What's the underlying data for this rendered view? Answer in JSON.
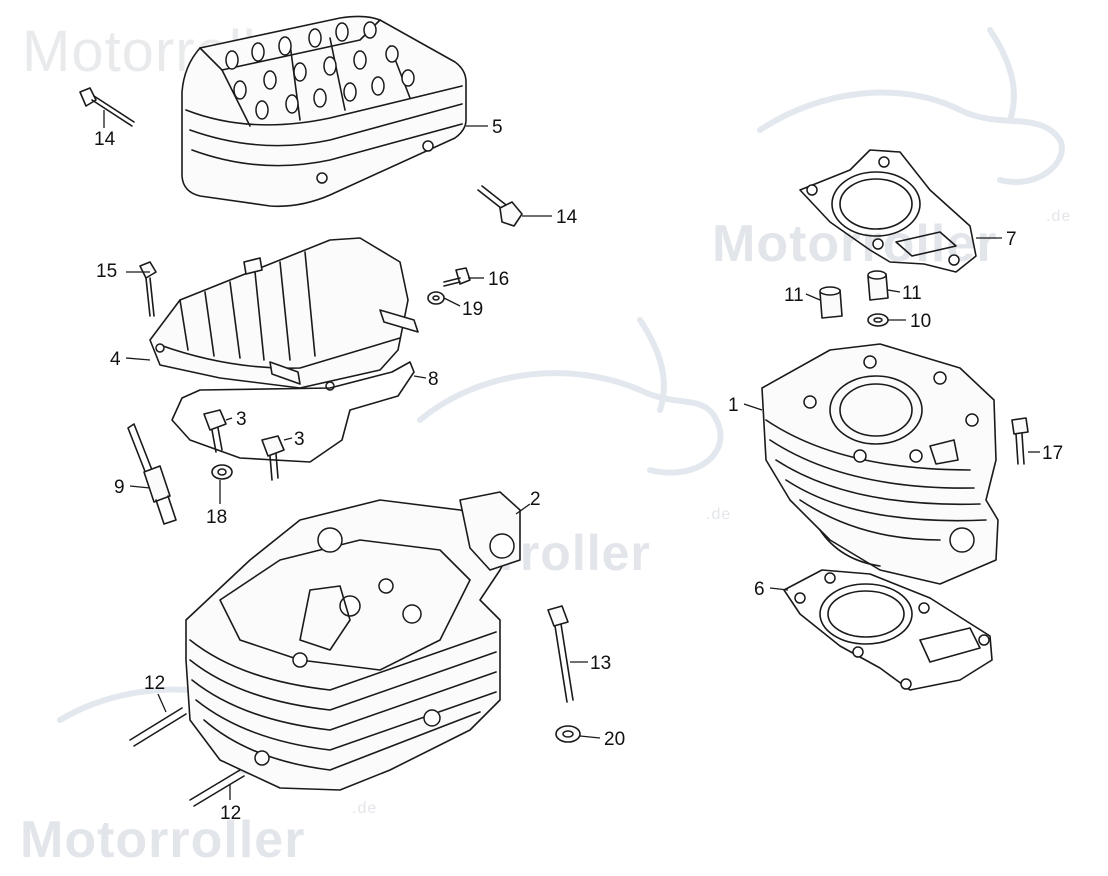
{
  "watermark": {
    "brand": "Motorroller",
    "domain_suffix": ".de",
    "top_text": "Motorroller.de"
  },
  "callouts": [
    {
      "id": "p1",
      "label": "1"
    },
    {
      "id": "p2",
      "label": "2"
    },
    {
      "id": "p3a",
      "label": "3"
    },
    {
      "id": "p3b",
      "label": "3"
    },
    {
      "id": "p4",
      "label": "4"
    },
    {
      "id": "p5",
      "label": "5"
    },
    {
      "id": "p6",
      "label": "6"
    },
    {
      "id": "p7",
      "label": "7"
    },
    {
      "id": "p8",
      "label": "8"
    },
    {
      "id": "p9",
      "label": "9"
    },
    {
      "id": "p10",
      "label": "10"
    },
    {
      "id": "p11a",
      "label": "11"
    },
    {
      "id": "p11b",
      "label": "11"
    },
    {
      "id": "p12a",
      "label": "12"
    },
    {
      "id": "p12b",
      "label": "12"
    },
    {
      "id": "p13",
      "label": "13"
    },
    {
      "id": "p14a",
      "label": "14"
    },
    {
      "id": "p14b",
      "label": "14"
    },
    {
      "id": "p15",
      "label": "15"
    },
    {
      "id": "p16",
      "label": "16"
    },
    {
      "id": "p17",
      "label": "17"
    },
    {
      "id": "p18",
      "label": "18"
    },
    {
      "id": "p19",
      "label": "19"
    },
    {
      "id": "p20",
      "label": "20"
    }
  ]
}
